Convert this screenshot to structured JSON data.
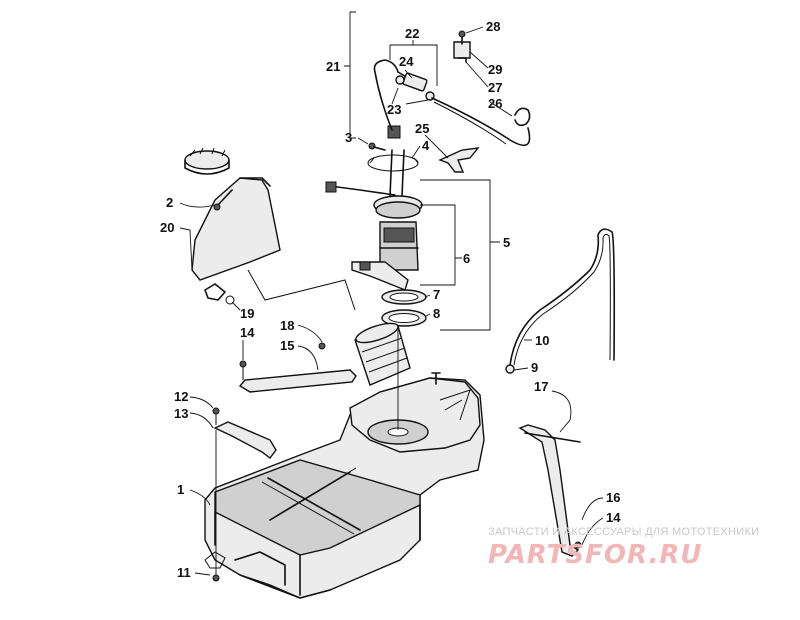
{
  "diagram": {
    "callouts": [
      {
        "id": "c1",
        "text": "1"
      },
      {
        "id": "c2",
        "text": "2"
      },
      {
        "id": "c3",
        "text": "3"
      },
      {
        "id": "c4",
        "text": "4"
      },
      {
        "id": "c5",
        "text": "5"
      },
      {
        "id": "c6",
        "text": "6"
      },
      {
        "id": "c7",
        "text": "7"
      },
      {
        "id": "c8",
        "text": "8"
      },
      {
        "id": "c9",
        "text": "9"
      },
      {
        "id": "c10",
        "text": "10"
      },
      {
        "id": "c11",
        "text": "11"
      },
      {
        "id": "c12",
        "text": "12"
      },
      {
        "id": "c13",
        "text": "13"
      },
      {
        "id": "c14a",
        "text": "14"
      },
      {
        "id": "c14b",
        "text": "14"
      },
      {
        "id": "c15",
        "text": "15"
      },
      {
        "id": "c16",
        "text": "16"
      },
      {
        "id": "c17",
        "text": "17"
      },
      {
        "id": "c18",
        "text": "18"
      },
      {
        "id": "c19",
        "text": "19"
      },
      {
        "id": "c20",
        "text": "20"
      },
      {
        "id": "c21",
        "text": "21"
      },
      {
        "id": "c22",
        "text": "22"
      },
      {
        "id": "c23",
        "text": "23"
      },
      {
        "id": "c24",
        "text": "24"
      },
      {
        "id": "c25",
        "text": "25"
      },
      {
        "id": "c26",
        "text": "26"
      },
      {
        "id": "c27",
        "text": "27"
      },
      {
        "id": "c28",
        "text": "28"
      },
      {
        "id": "c29",
        "text": "29"
      }
    ]
  },
  "watermark": {
    "line": "ЗАПЧАСТИ И АКСЕССУАРЫ ДЛЯ МОТОТЕХНИКИ",
    "logo": "PARTSFOR.RU"
  }
}
